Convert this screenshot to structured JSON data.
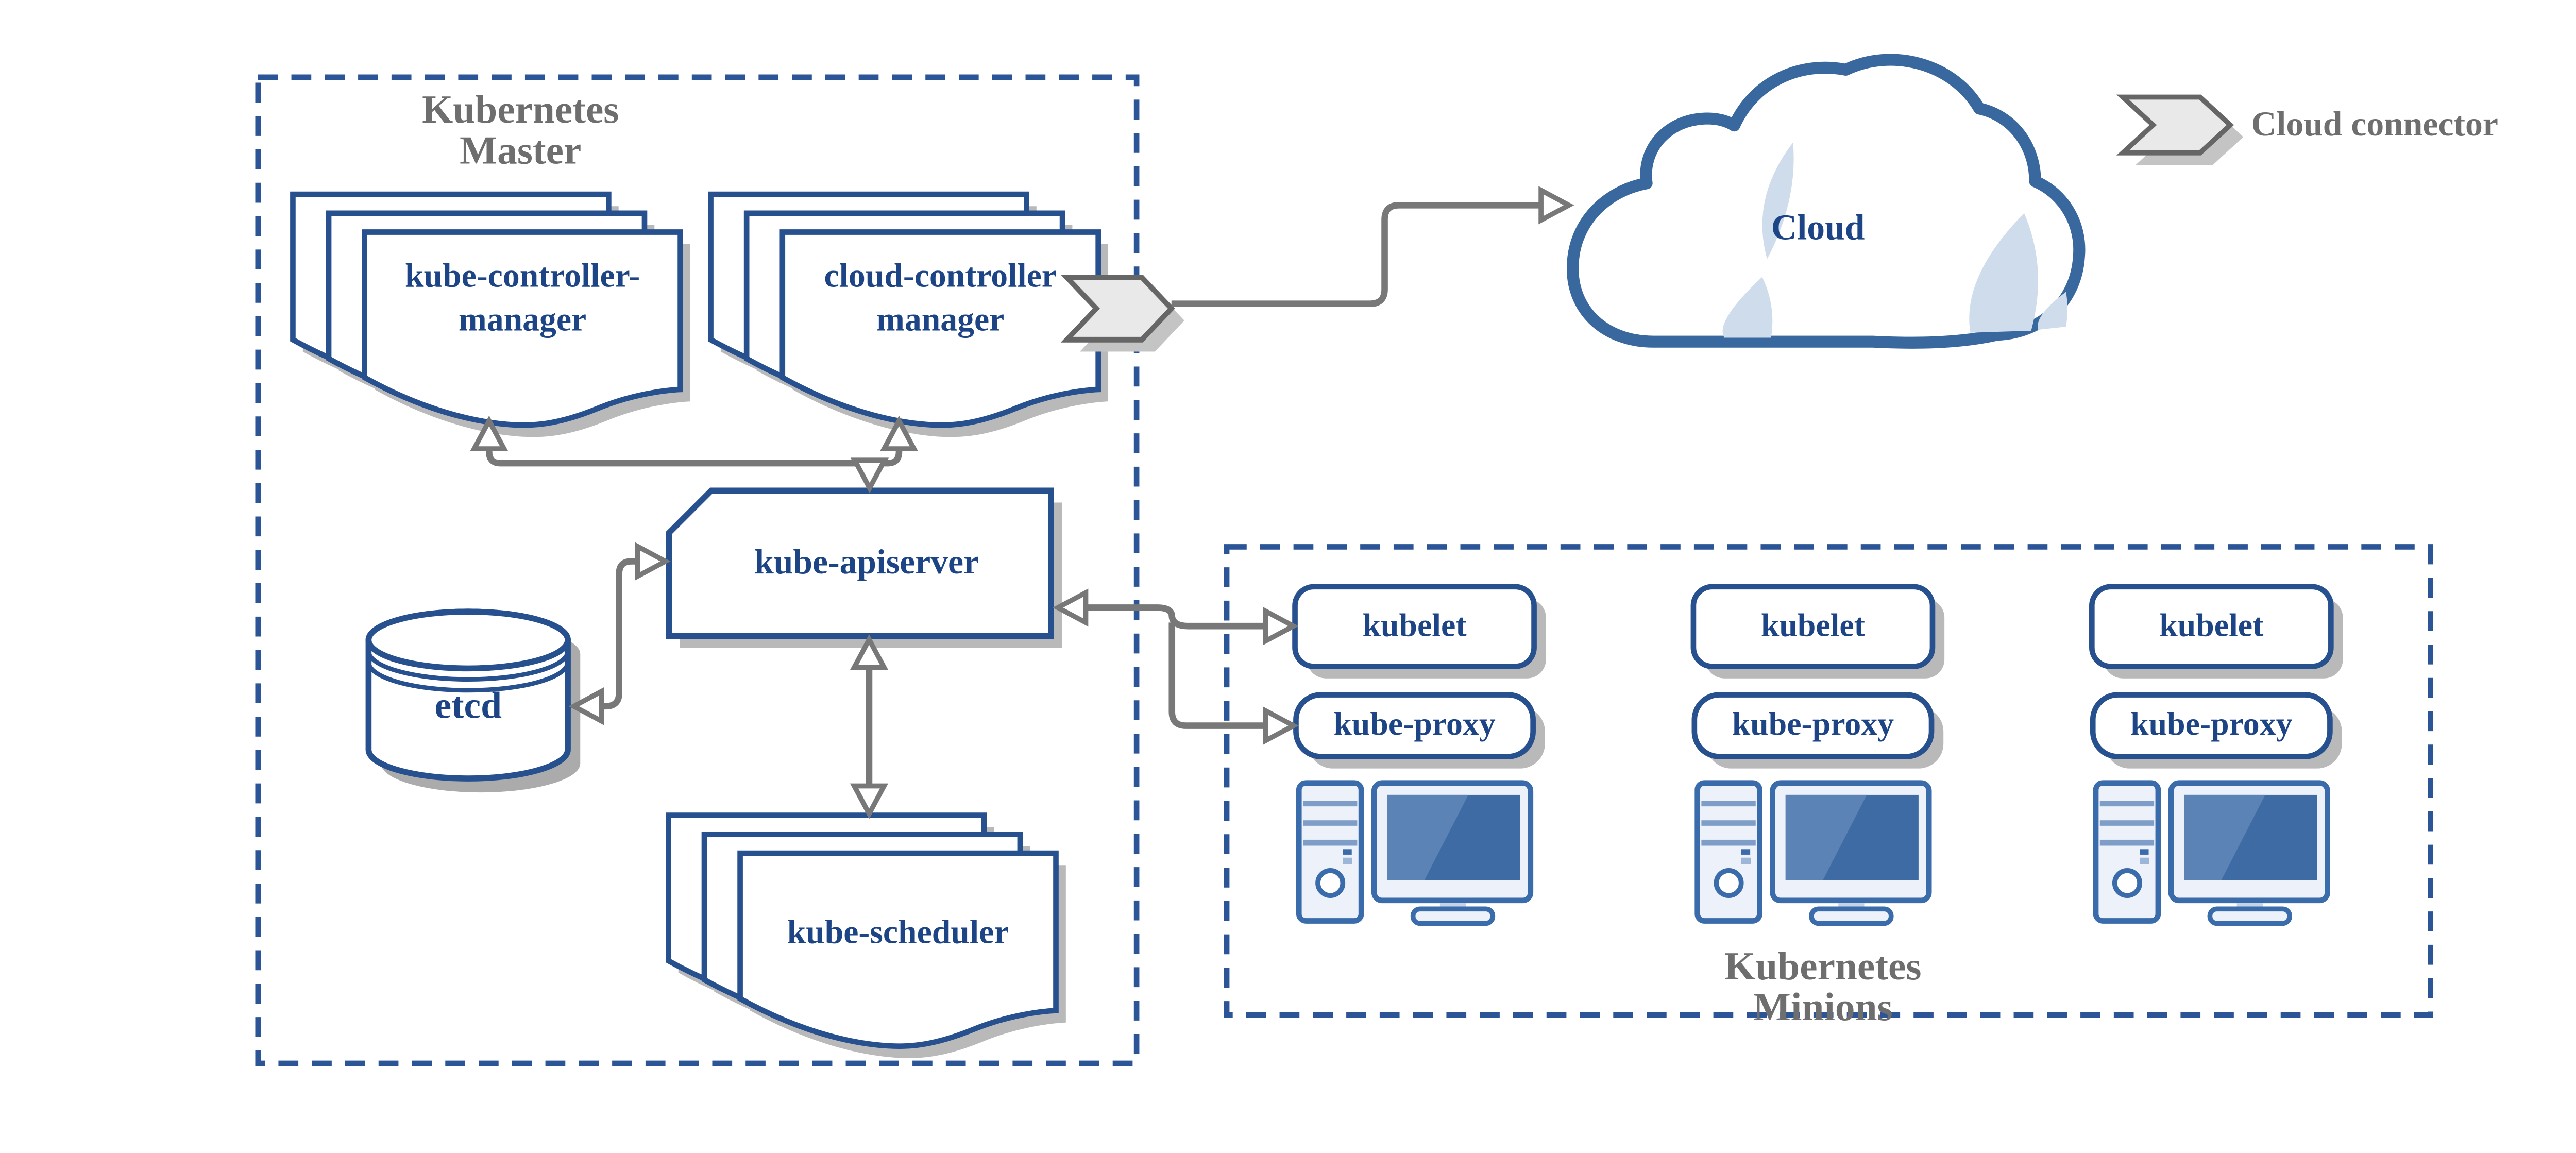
{
  "diagram": {
    "master": {
      "title_line1": "Kubernetes",
      "title_line2": "Master"
    },
    "minions": {
      "title_line1": "Kubernetes",
      "title_line2": "Minions"
    },
    "nodes": {
      "kube_controller_manager": {
        "line1": "kube-controller-",
        "line2": "manager"
      },
      "cloud_controller_manager": {
        "line1": "cloud-controller",
        "line2": "manager"
      },
      "kube_apiserver": {
        "label": "kube-apiserver"
      },
      "etcd": {
        "label": "etcd"
      },
      "kube_scheduler": {
        "label": "kube-scheduler"
      },
      "cloud": {
        "label": "Cloud"
      }
    },
    "minion_columns": [
      {
        "kubelet": "kubelet",
        "kube_proxy": "kube-proxy"
      },
      {
        "kubelet": "kubelet",
        "kube_proxy": "kube-proxy"
      },
      {
        "kubelet": "kubelet",
        "kube_proxy": "kube-proxy"
      }
    ],
    "legend": {
      "label": "Cloud connector"
    },
    "colors": {
      "blue_border": "#27508f",
      "blue_text": "#1d4586",
      "dashed_blue": "#2b5597",
      "cloud_border": "#39689f",
      "crescent": "#cfdcec",
      "arrow_gray": "#787878",
      "label_gray": "#6e6e6e",
      "shadow_gray": "#b9b9b9",
      "chevron_fill": "#e9e9e9",
      "chevron_border": "#666666",
      "host_blue": "#3a6baa",
      "host_fill": "#edf2fa",
      "screen_blue": "#3e6ba3",
      "screen_light": "#5b83b5",
      "band_blue": "#7e9ec7"
    }
  }
}
